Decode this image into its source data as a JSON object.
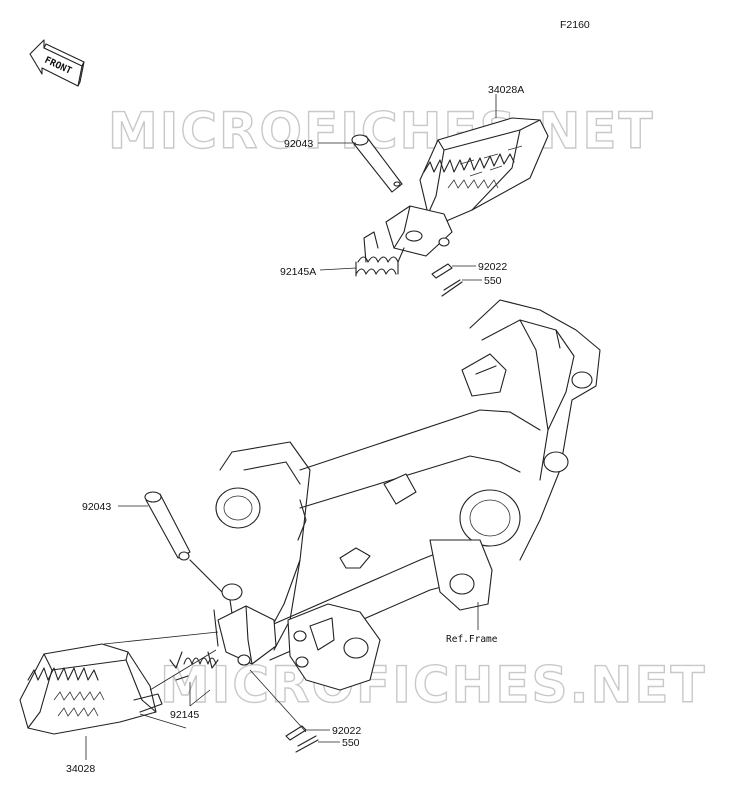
{
  "figure_code": "F2160",
  "front_arrow_label": "FRONT",
  "watermarks": [
    "MICROFICHES.NET",
    "MICROFICHES.NET"
  ],
  "ref_frame_label": "Ref.Frame",
  "parts_upper": {
    "footpeg": "34028A",
    "pin": "92043",
    "spring": "92145A",
    "washer": "92022",
    "cotter_pin": "550"
  },
  "parts_lower": {
    "footpeg": "34028",
    "pin": "92043",
    "spring": "92145",
    "washer": "92022",
    "cotter_pin": "550"
  }
}
